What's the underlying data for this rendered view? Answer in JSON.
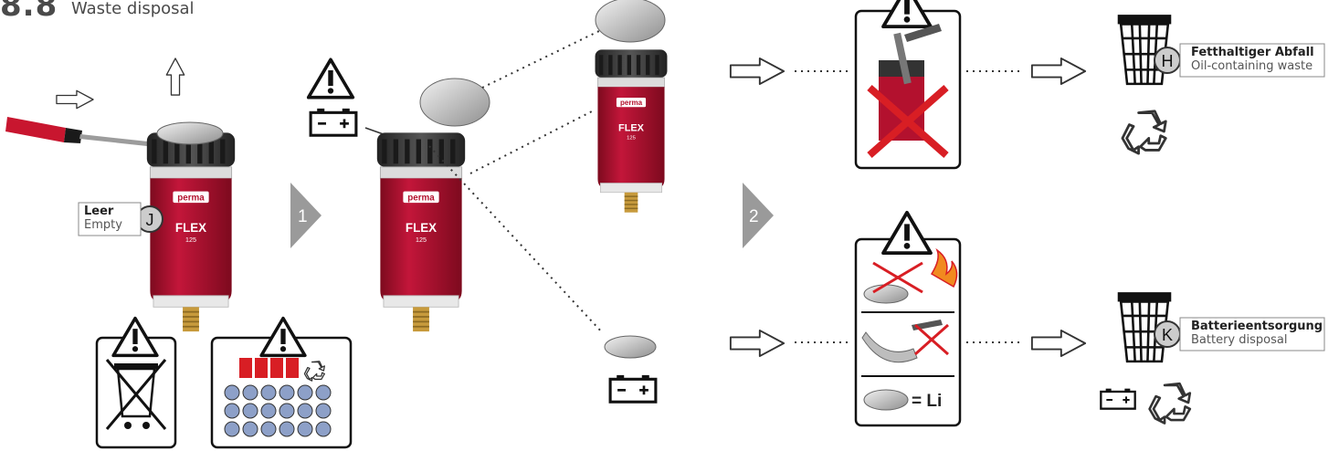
{
  "section": {
    "number": "8.8",
    "title": "Waste disposal"
  },
  "label_empty": {
    "line1": "Leer",
    "line2": "Empty",
    "letter": "J"
  },
  "steps": [
    "1",
    "2"
  ],
  "label_oil_waste": {
    "line1": "Fetthaltiger Abfall",
    "line2": "Oil-containing waste",
    "letter": "H"
  },
  "label_battery_disposal": {
    "line1": "Batterieentsorgung",
    "line2": "Battery disposal",
    "letter": "K"
  },
  "lithium_label": "= Li",
  "product": {
    "brand": "perma",
    "model": "FLEX",
    "size": "125"
  },
  "colors": {
    "grey": "#9a9a9a",
    "red": "#b3112e",
    "cap": "#3a3a3a",
    "warn_red": "#d81e24"
  }
}
